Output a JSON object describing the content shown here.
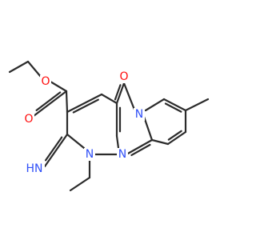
{
  "molecule": {
    "labels": {
      "ester_o_single": "O",
      "ester_o_double": "O",
      "ketone_o": "O",
      "ring_n_bridge": "N",
      "ring_n_imine_side": "N",
      "ring_n_middle": "N",
      "imine": "HN",
      "imine_sub": "NH"
    },
    "colors": {
      "bond": "#2b2b2b",
      "oxygen": "#ff0d0d",
      "nitrogen": "#3050f8"
    }
  }
}
